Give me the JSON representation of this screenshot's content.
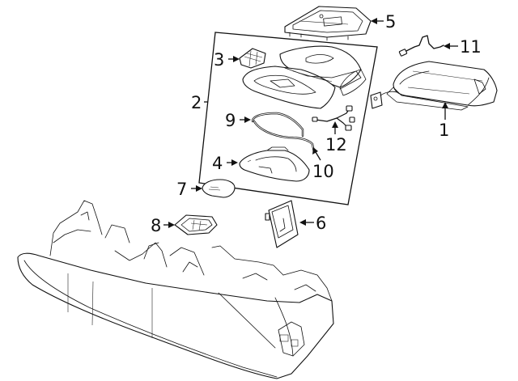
{
  "diagram": {
    "type": "exploded-parts-diagram",
    "subject": "center console assembly",
    "callouts": [
      {
        "id": "1",
        "label": "1",
        "part": "armrest-lid"
      },
      {
        "id": "2",
        "label": "2",
        "part": "console-top-trim-group"
      },
      {
        "id": "3",
        "label": "3",
        "part": "switch-panel"
      },
      {
        "id": "4",
        "label": "4",
        "part": "lower-trim-bezel"
      },
      {
        "id": "5",
        "label": "5",
        "part": "shifter-trim-panel"
      },
      {
        "id": "6",
        "label": "6",
        "part": "side-bracket"
      },
      {
        "id": "7",
        "label": "7",
        "part": "mat-insert"
      },
      {
        "id": "8",
        "label": "8",
        "part": "storage-tray"
      },
      {
        "id": "9",
        "label": "9",
        "part": "seal-strip"
      },
      {
        "id": "10",
        "label": "10",
        "part": "lower-seal-strip"
      },
      {
        "id": "11",
        "label": "11",
        "part": "wire-harness"
      },
      {
        "id": "12",
        "label": "12",
        "part": "lighting-harness"
      }
    ]
  }
}
